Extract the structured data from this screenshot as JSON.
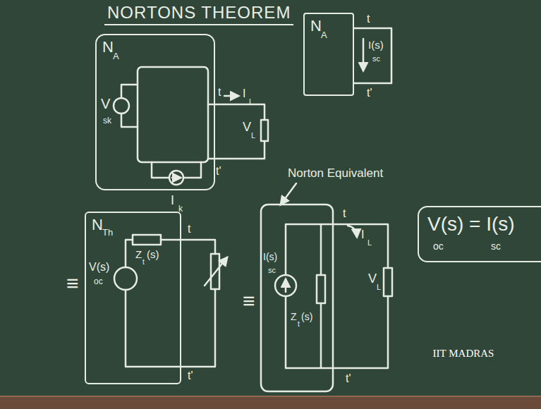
{
  "diagram": {
    "title": "NORTONS THEOREM",
    "nodes": [
      {
        "text": [
          "N",
          "A"
        ]
      },
      {
        "text": [
          "N",
          "A"
        ]
      },
      {
        "text": [
          "N",
          "Th"
        ]
      },
      {
        "text": [
          "V(s) = I(s)",
          "oc",
          "sc"
        ]
      }
    ],
    "labels": [
      "V",
      "sk",
      "t",
      "I",
      "L",
      "V",
      "L",
      "t'",
      "I",
      "k",
      "t",
      "I(s)",
      "sc",
      "t'",
      "≡",
      "V(s)",
      "oc",
      "Z",
      "t",
      "(s)",
      "t",
      "t'",
      "Norton Equivalent",
      "≡",
      "I(s)",
      "sc",
      "Z",
      "t",
      "(s)",
      "I",
      "L",
      "V",
      "L",
      "t",
      "t'",
      "IIT MADRAS"
    ]
  }
}
